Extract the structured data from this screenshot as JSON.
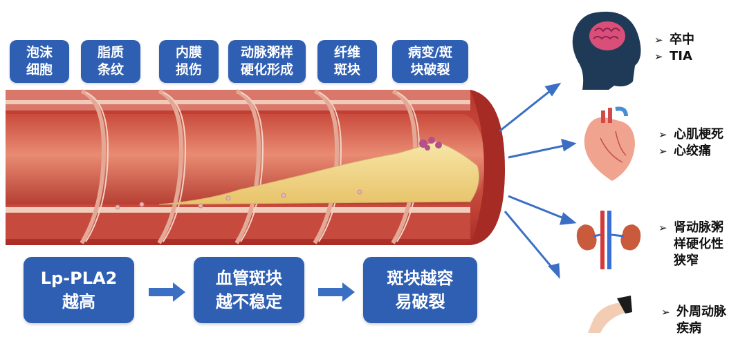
{
  "stages": [
    {
      "label": "泡沫\n细胞"
    },
    {
      "label": "脂质\n条纹"
    },
    {
      "label": "内膜\n损伤"
    },
    {
      "label": "动脉粥样\n硬化形成"
    },
    {
      "label": "纤维\n斑块"
    },
    {
      "label": "病变/斑\n块破裂"
    }
  ],
  "flow": [
    {
      "label": "Lp-PLA2\n越高"
    },
    {
      "label": "血管斑块\n越不稳定"
    },
    {
      "label": "斑块越容\n易破裂"
    }
  ],
  "outcomes": {
    "brain": {
      "icon": "brain-head-icon",
      "items": [
        "卒中",
        "TIA"
      ]
    },
    "heart": {
      "icon": "heart-icon",
      "items": [
        "心肌梗死",
        "心绞痛"
      ]
    },
    "kidney": {
      "icon": "kidney-icon",
      "items": [
        "肾动脉粥\n样硬化性\n狭窄"
      ]
    },
    "leg": {
      "icon": "leg-icon",
      "items": [
        "外周动脉\n疾病"
      ]
    }
  },
  "colors": {
    "box": "#2f5fb3",
    "arrow": "#3a6fc4",
    "artery_outer": "#c8413a",
    "lumen": "#d9614f",
    "plaque": "#f3d98a"
  }
}
